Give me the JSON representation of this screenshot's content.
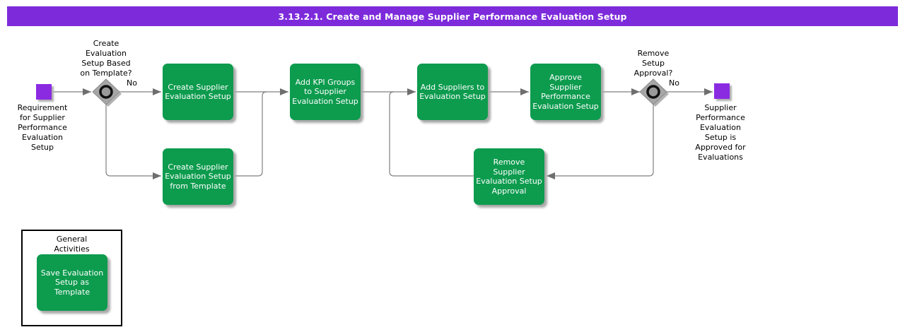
{
  "title": "3.13.2.1. Create and Manage Supplier Performance Evaluation Setup",
  "colors": {
    "title_bar": "#7D2ADB",
    "task_green": "#0D9B4E",
    "event_purple": "#8A2BE2",
    "connector_gray": "#7F7F7F",
    "text_on_nodes": "#FFFFFF"
  },
  "flow": {
    "start_event": {
      "label": "Requirement\nfor Supplier\nPerformance\nEvaluation\nSetup"
    },
    "decision1": {
      "label": "Create\nEvaluation\nSetup Based\non Template?",
      "no_label": "No"
    },
    "decision2": {
      "label": "Remove\nSetup\nApproval?",
      "no_label": "No"
    },
    "end_event": {
      "label": "Supplier\nPerformance\nEvaluation\nSetup is\nApproved for\nEvaluations"
    },
    "tasks": [
      {
        "label": "Create Supplier\nEvaluation Setup"
      },
      {
        "label": "Create Supplier\nEvaluation Setup\nfrom Template"
      },
      {
        "label": "Add KPI Groups\nto Supplier\nEvaluation Setup"
      },
      {
        "label": "Add Suppliers to\nEvaluation Setup"
      },
      {
        "label": "Approve\nSupplier\nPerformance\nEvaluation Setup"
      },
      {
        "label": "Remove\nSupplier\nEvaluation Setup\nApproval"
      }
    ]
  },
  "general_activities": {
    "title": "General\nActivities",
    "tasks": [
      {
        "label": "Save Evaluation\nSetup as\nTemplate"
      }
    ]
  }
}
